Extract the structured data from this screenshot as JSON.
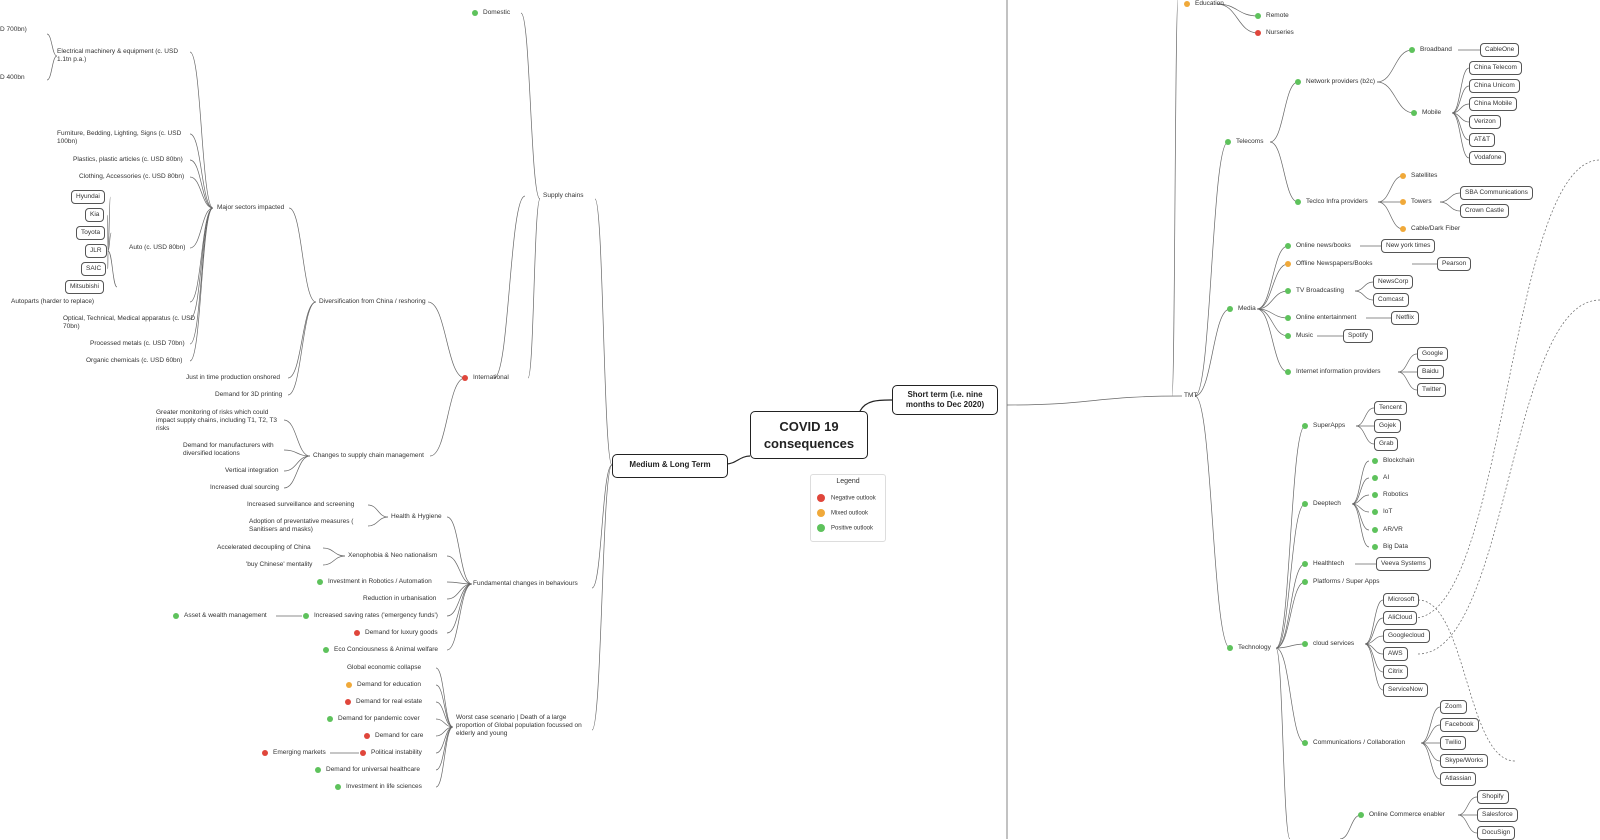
{
  "colors": {
    "negative": "#e0463b",
    "mixed": "#f0a93a",
    "positive": "#5ec25c",
    "line": "#666666",
    "box_border": "#555555"
  },
  "center": {
    "title": "COVID 19 consequences"
  },
  "medium_long": {
    "label": "Medium & Long Term"
  },
  "short_term": {
    "label": "Short term (i.e. nine months to Dec 2020)"
  },
  "legend": {
    "title": "Legend",
    "items": [
      {
        "label": "Negative outlook",
        "status": "negative"
      },
      {
        "label": "Mixed outlook",
        "status": "mixed"
      },
      {
        "label": "Positive outlook",
        "status": "positive"
      }
    ]
  },
  "left": {
    "domestic": "Domestic",
    "supply_chains": "Supply chains",
    "international": "International",
    "partial_700": "D 700bn)",
    "partial_400": "D 400bn",
    "electrical": "Electrical machinery & equipment (c. USD 1.1tn p.a.)",
    "furniture": "Furniture, Bedding, Lighting, Signs (c. USD 100bn)",
    "plastics": "Plastics, plastic articles (c. USD 80bn)",
    "clothing": "Clothing, Accessories (c. USD 80bn)",
    "major_sectors": "Major sectors impacted",
    "auto": "Auto (c. USD 80bn)",
    "auto_brands": [
      "Hyundai",
      "Kia",
      "Toyota",
      "JLR",
      "SAIC",
      "Mitsubishi"
    ],
    "autoparts": "Autoparts (harder to replace)",
    "optical": "Optical, Technical, Medical apparatus (c. USD 70bn)",
    "metals": "Processed metals (c. USD 70bn)",
    "chemicals": "Organic chemicals (c. USD 60bn)",
    "diversification": "Diversification from China / reshoring",
    "jit": "Just in time production onshored",
    "printing": "Demand for 3D printing",
    "monitoring": "Greater monitoring of risks which could impact supply chains, including T1, T2, T3 risks",
    "diversified_locations": "Demand for manufacturers with diversified locations",
    "vertical": "Vertical integration",
    "dual": "Increased dual sourcing",
    "changes_scm": "Changes to supply chain management",
    "surveillance": "Increased surveillance and screening",
    "preventative": "Adoption of preventative measures ( Sanitisers and masks)",
    "health": "Health & Hygiene",
    "decoupling": "Accelerated decoupling of China",
    "buy_chinese": "'buy Chinese' mentality",
    "xenophobia": "Xenophobia & Neo nationalism",
    "robotics": "Investment in Robotics / Automation",
    "urbanisation": "Reduction in urbanisation",
    "asset": "Asset & wealth management",
    "saving": "Increased saving rates ('emergency funds')",
    "luxury": "Demand for luxury goods",
    "eco": "Eco Conciousness & Animal welfare",
    "fundamental": "Fundamental changes in behaviours",
    "collapse": "Global economic collapse",
    "education": "Demand for education",
    "real_estate": "Demand for real estate",
    "pandemic_cover": "Demand for pandemic cover",
    "care": "Demand for care",
    "emerging": "Emerging markets",
    "political": "Political instability",
    "healthcare": "Demand for universal healthcare",
    "life_sciences": "Investment in life sciences",
    "worst_case": "Worst case scenario | Death of a large proportion of Global population focussed on elderly and young"
  },
  "right": {
    "education": "Education",
    "remote": "Remote",
    "nurseries": "Nurseries",
    "tmt": "TMT",
    "telecoms": "Telecoms",
    "network_providers": "Network providers (b2c)",
    "broadband": "Broadband",
    "cableone": "CableOne",
    "mobile": "Mobile",
    "mobile_cos": [
      "China Telecom",
      "China Unicom",
      "China Mobile",
      "Verizon",
      "AT&T",
      "Vodafone"
    ],
    "telco_infra": "Teclco Infra providers",
    "satellites": "Satellites",
    "towers": "Towers",
    "tower_cos": [
      "SBA Communications",
      "Crown Castle"
    ],
    "cable_fiber": "Cable/Dark Fiber",
    "media": "Media",
    "online_news": "Online news/books",
    "nyt": "New york times",
    "offline_news": "Offline Newspapers/Books",
    "pearson": "Pearson",
    "tv": "TV Broadcasting",
    "tv_cos": [
      "NewsCorp",
      "Comcast"
    ],
    "online_ent": "Online entertainment",
    "netflix": "Netflix",
    "music": "Music",
    "spotify": "Spotify",
    "internet_info": "Internet information providers",
    "internet_cos": [
      "Google",
      "Baidu",
      "Twitter"
    ],
    "technology": "Technology",
    "superapps": "SuperApps",
    "superapp_cos": [
      "Tencent",
      "Gojek",
      "Grab"
    ],
    "deeptech": "Deeptech",
    "deeptech_items": [
      "Blockchain",
      "AI",
      "Robotics",
      "IoT",
      "AR/VR",
      "Big Data"
    ],
    "healthtech": "Healthtech",
    "veeva": "Veeva Systems",
    "platforms": "Platforms / Super Apps",
    "cloud": "cloud services",
    "cloud_cos": [
      "Microsoft",
      "AliCloud",
      "Googlecloud",
      "AWS",
      "Citrix",
      "ServiceNow"
    ],
    "comms": "Communications / Collaboration",
    "comms_cos": [
      "Zoom",
      "Facebook",
      "Twilio",
      "Skype/Works",
      "Atlassian"
    ],
    "commerce": "Online Commerce enabler",
    "commerce_cos": [
      "Shopify",
      "Salesforce",
      "DocuSign"
    ]
  }
}
